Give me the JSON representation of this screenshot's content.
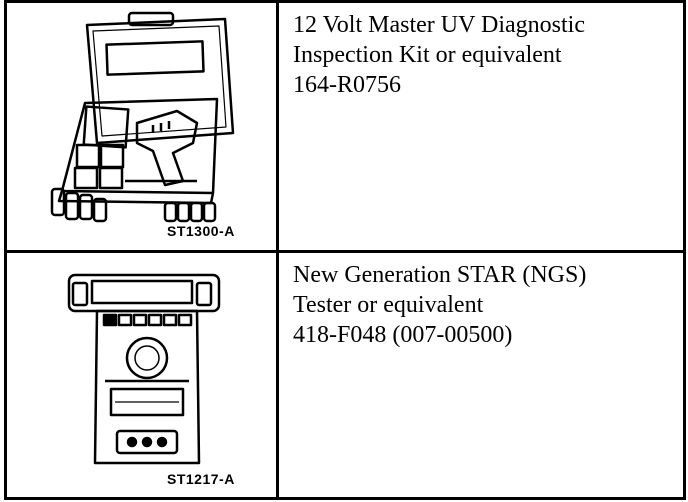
{
  "rows": [
    {
      "figure_label": "ST1300-A",
      "figure_icon": "uv-inspection-kit-case-icon",
      "lines": [
        "12 Volt Master UV Diagnostic",
        "Inspection Kit or equivalent",
        "164-R0756"
      ]
    },
    {
      "figure_label": "ST1217-A",
      "figure_icon": "ngs-tester-icon",
      "lines": [
        "New Generation STAR (NGS)",
        "Tester or equivalent",
        "418-F048 (007-00500)"
      ]
    }
  ]
}
